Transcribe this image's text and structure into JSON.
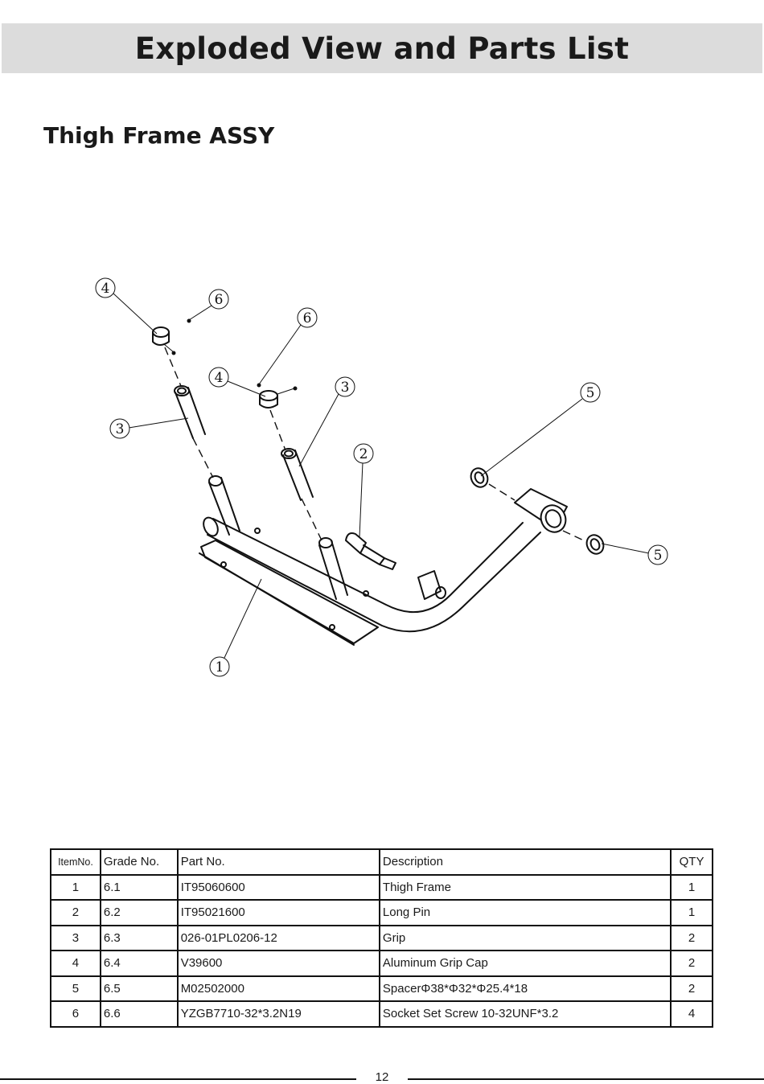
{
  "page_title": "Exploded View and Parts List",
  "section_title": "Thigh Frame ASSY",
  "diagram_callouts": {
    "c1": "1",
    "c2": "2",
    "c3a": "3",
    "c3b": "3",
    "c4a": "4",
    "c4b": "4",
    "c5a": "5",
    "c5b": "5",
    "c6a": "6",
    "c6b": "6"
  },
  "parts_table": {
    "headers": {
      "item": "ItemNo.",
      "grade": "Grade No.",
      "part": "Part No.",
      "description": "Description",
      "qty": "QTY"
    },
    "rows": [
      {
        "item": "1",
        "grade": "6.1",
        "part": "IT95060600",
        "description": "Thigh Frame",
        "qty": "1"
      },
      {
        "item": "2",
        "grade": "6.2",
        "part": "IT95021600",
        "description": "Long Pin",
        "qty": "1"
      },
      {
        "item": "3",
        "grade": "6.3",
        "part": "026-01PL0206-12",
        "description": "Grip",
        "qty": "2"
      },
      {
        "item": "4",
        "grade": "6.4",
        "part": "V39600",
        "description": "Aluminum Grip Cap",
        "qty": "2"
      },
      {
        "item": "5",
        "grade": "6.5",
        "part": "M02502000",
        "description": "SpacerΦ38*Φ32*Φ25.4*18",
        "qty": "2"
      },
      {
        "item": "6",
        "grade": "6.6",
        "part": "YZGB7710-32*3.2N19",
        "description": "Socket Set Screw 10-32UNF*3.2",
        "qty": "4"
      }
    ]
  },
  "page_number": "12"
}
